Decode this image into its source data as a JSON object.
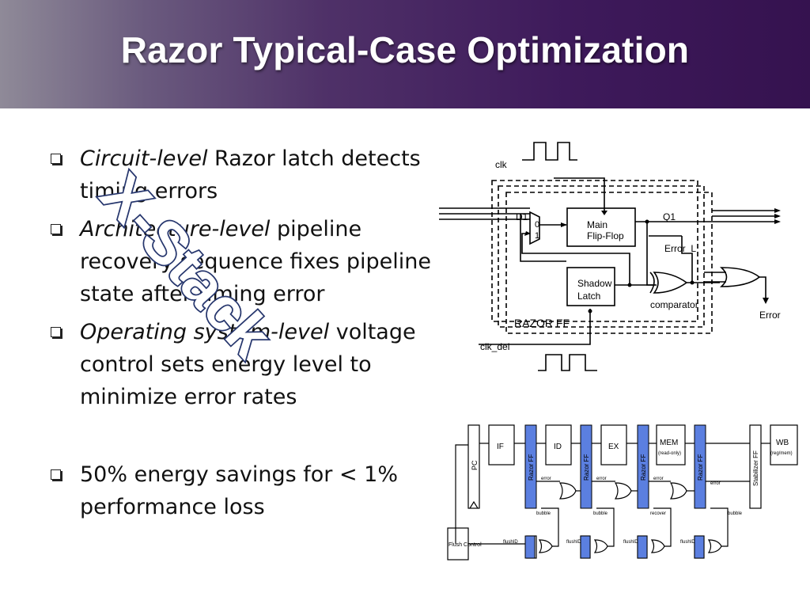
{
  "slide": {
    "title": "Razor Typical-Case Optimization"
  },
  "bullets": [
    {
      "emphasis": "Circuit-level",
      "rest": " Razor latch detects timing errors"
    },
    {
      "emphasis": "Architecture-level",
      "rest": " pipeline recovery sequence fixes pipeline state after timing error"
    },
    {
      "emphasis": "Operating system-level",
      "rest": " voltage control sets energy level to minimize error rates"
    },
    {
      "emphasis": "",
      "rest": "50% energy savings for < 1% performance loss"
    }
  ],
  "watermark": {
    "text": "X-Stack",
    "color": "#26366d"
  },
  "razor_ff_diagram": {
    "clk": "clk",
    "d1": "D1",
    "mux_0": "0",
    "mux_1": "1",
    "main_ff_line1": "Main",
    "main_ff_line2": "Flip-Flop",
    "q1": "Q1",
    "error_l": "Error_L",
    "shadow_line1": "Shadow",
    "shadow_line2": "Latch",
    "comparator": "comparator",
    "error": "Error",
    "razor_ff": "RAZOR FF",
    "clk_del": "clk_del"
  },
  "pipeline_diagram": {
    "stages": [
      "PC",
      "IF",
      "ID",
      "EX",
      "MEM",
      "WB"
    ],
    "mem_sub": "(read-only)",
    "wb_sub": "(reg/mem)",
    "razor_ff": "Razor FF",
    "stabilizer_ff": "Stabilizer FF",
    "error": "error",
    "bubble": "bubble",
    "recover": "recover",
    "flush_id": "flushID",
    "flush_control": "Flush Control",
    "colors": {
      "razor_fill": "#5b7fe0"
    }
  }
}
